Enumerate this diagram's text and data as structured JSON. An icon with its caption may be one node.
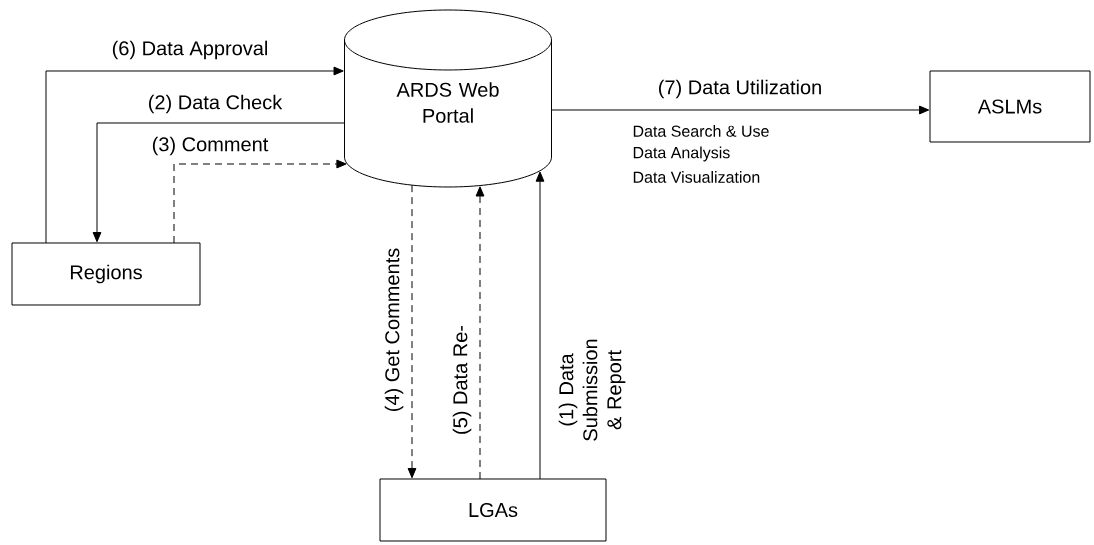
{
  "diagram": {
    "nodes": [
      {
        "text": [
          "ARDS Web Portal"
        ]
      },
      {
        "text": [
          "Regions"
        ]
      },
      {
        "text": [
          "ASLMs"
        ]
      },
      {
        "text": [
          "LGAs"
        ]
      }
    ],
    "edges": [
      {
        "from": 3,
        "to": 0,
        "arrow": "to",
        "label": "(1) Data Submission & Report"
      },
      {
        "from": 0,
        "to": 1,
        "arrow": "to",
        "label": "(2) Data Check"
      },
      {
        "from": 1,
        "to": 0,
        "arrow": "to",
        "label": "(3) Comment",
        "style": "dashed"
      },
      {
        "from": 0,
        "to": 3,
        "arrow": "to",
        "label": "(4) Get Comments",
        "style": "dashed"
      },
      {
        "from": 3,
        "to": 0,
        "arrow": "to",
        "label": "(5) Data Re-",
        "style": "dashed"
      },
      {
        "from": 1,
        "to": 0,
        "arrow": "to",
        "label": "(6) Data Approval"
      },
      {
        "from": 0,
        "to": 2,
        "arrow": "to",
        "label": "(7) Data Utilization"
      }
    ],
    "labels": [
      "Data Search & Use",
      "Data Analysis",
      "Data Visualization"
    ]
  }
}
